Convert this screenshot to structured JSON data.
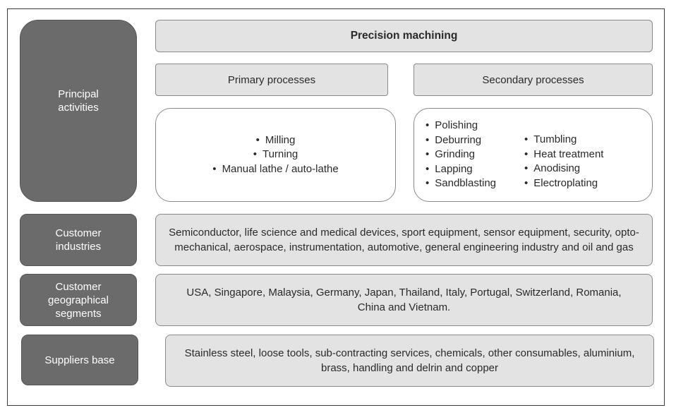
{
  "left_labels": {
    "principal": "Principal activities",
    "industries": "Customer industries",
    "geo": "Customer geographical segments",
    "suppliers": "Suppliers base"
  },
  "precision": {
    "title": "Precision machining",
    "primary_header": "Primary processes",
    "secondary_header": "Secondary processes",
    "primary_items": [
      "Milling",
      "Turning",
      "Manual lathe / auto-lathe"
    ],
    "secondary_col1": [
      "Polishing",
      "Deburring",
      "Grinding",
      "Lapping",
      "Sandblasting"
    ],
    "secondary_col2": [
      "Tumbling",
      "Heat treatment",
      "Anodising",
      "Electroplating"
    ]
  },
  "industries_text": "Semiconductor, life science and medical devices, sport equipment, sensor equipment, security, opto-mechanical, aerospace, instrumentation, automotive, general engineering industry and oil and gas",
  "geo_text": "USA, Singapore, Malaysia, Germany, Japan, Thailand, Italy, Portugal, Switzerland, Romania, China and Vietnam.",
  "suppliers_text": "Stainless steel, loose tools, sub-contracting services, chemicals, other consumables, aluminium, brass, handling and delrin and copper"
}
